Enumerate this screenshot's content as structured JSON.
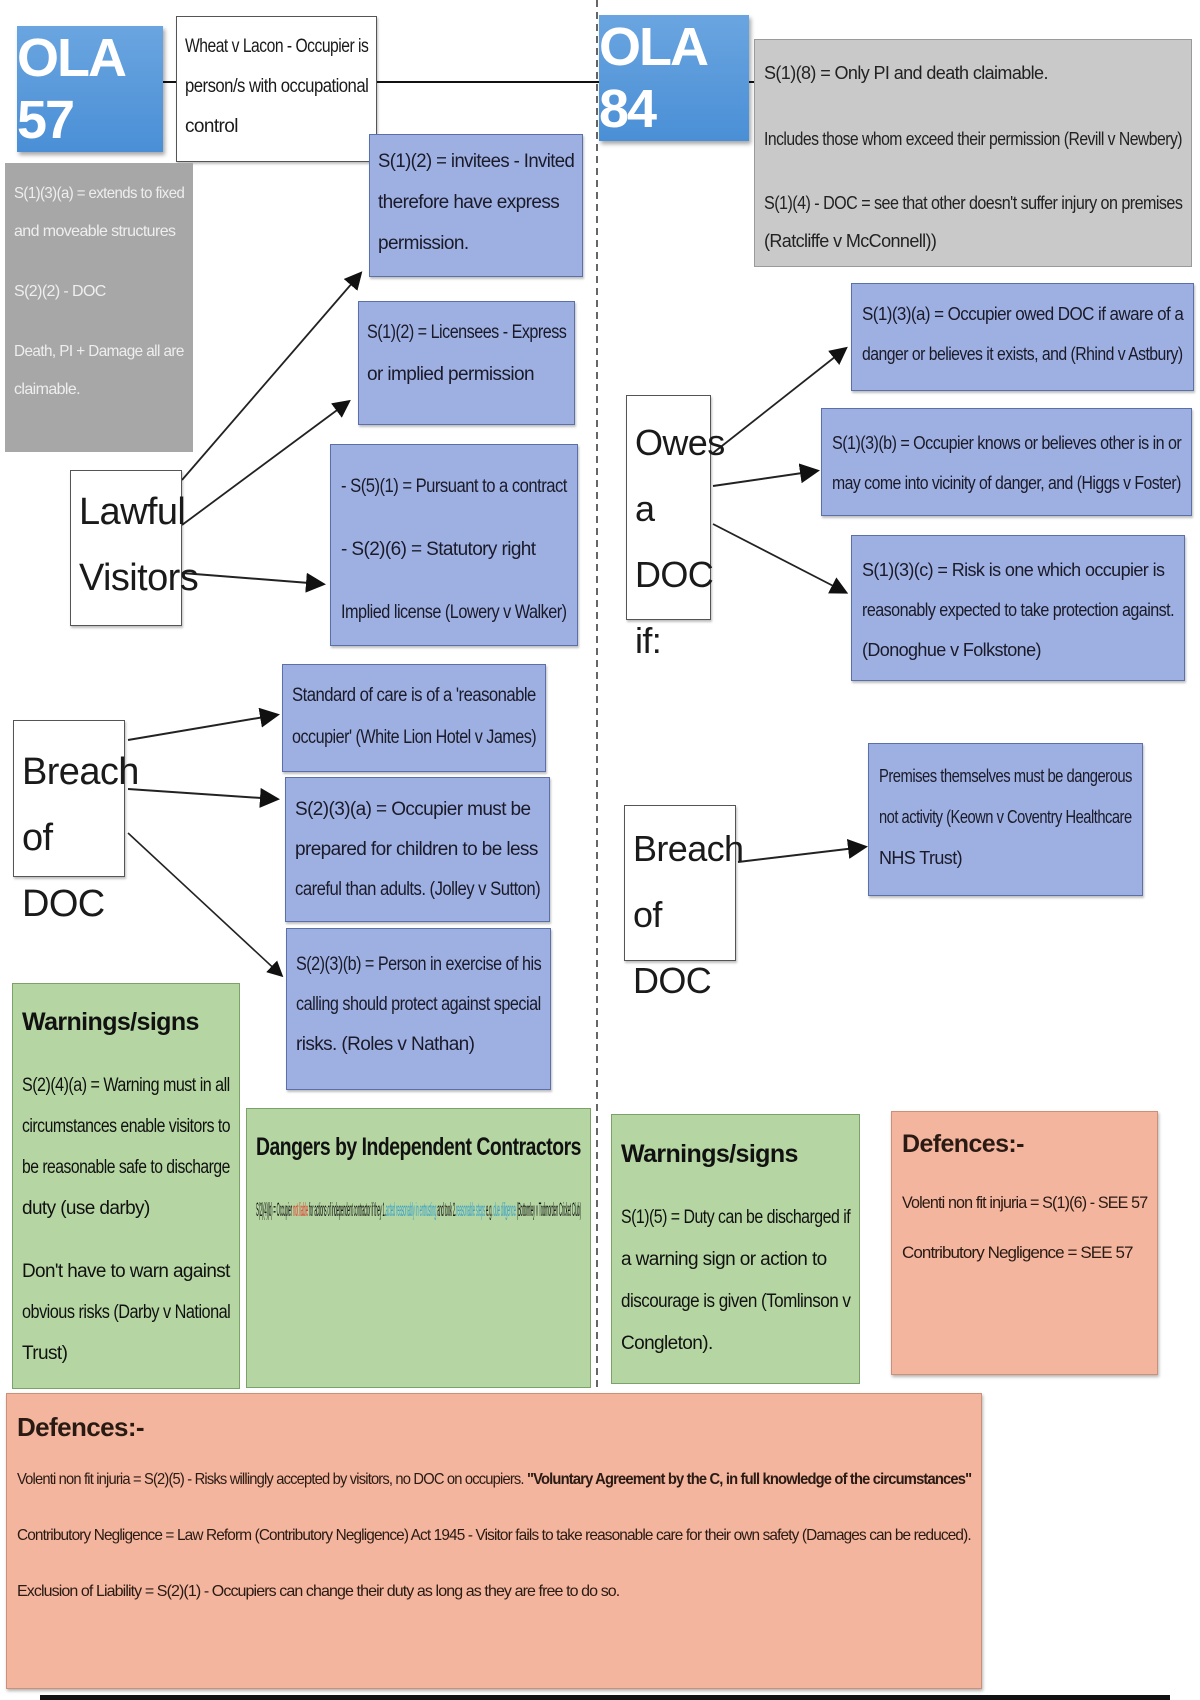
{
  "ola57": {
    "title": "OLA 57",
    "occupier_definition": [
      "Wheat v Lacon - Occupier is",
      "person/s with occupational",
      "control"
    ],
    "scope_notes": [
      "S(1)(3)(a) = extends to fixed",
      "and moveable structures",
      "S(2)(2) - DOC",
      "Death, PI + Damage all are",
      "claimable."
    ],
    "lawful_visitors": {
      "label_line1": "Lawful",
      "label_line2": "Visitors",
      "invitees": [
        "S(1)(2) = invitees - Invited",
        "therefore have express",
        "permission."
      ],
      "licensees": [
        "S(1)(2) = Licensees - Express",
        "or implied permission"
      ],
      "others": [
        "- S(5)(1) = Pursuant to a contract",
        "- S(2)(6) = Statutory right",
        "Implied license (Lowery v Walker)"
      ]
    },
    "breach": {
      "label_line1": "Breach",
      "label_line2": "of DOC",
      "standard": [
        "Standard of care is of a 'reasonable",
        "occupier' (White Lion Hotel v James)"
      ],
      "children": [
        "S(2)(3)(a) = Occupier must be",
        "prepared for children to be less",
        "careful than adults. (Jolley v Sutton)"
      ],
      "calling": [
        "S(2)(3)(b) = Person in exercise of his",
        "calling should protect against special",
        "risks. (Roles v Nathan)"
      ]
    },
    "warnings": {
      "heading": "Warnings/signs",
      "para1": [
        "S(2)(4)(a) = Warning must in all",
        "circumstances enable visitors to",
        "be reasonable safe to discharge",
        "duty (use darby)"
      ],
      "para2": [
        "Don't have to warn against",
        "obvious risks (Darby v National",
        "Trust)"
      ]
    },
    "contractors": {
      "heading": "Dangers by Independent Contractors",
      "t1": "S(2)(4)(b) = Occupier ",
      "t2_red": "not liable",
      "t3": " for actions of independent contractor if they 1.",
      "t4_teal": "acted reasonably in entrusting",
      "t5": " and took 2.",
      "t6_teal": "reasonable steps",
      "t7": " e.g. ",
      "t8_teal": "due diligence",
      "t9": " (Bottomley v Todmorden Cricket Club)"
    },
    "defences": {
      "heading": "Defences:-",
      "volenti_plain": "Volenti non fit injuria = S(2)(5) - Risks willingly accepted by visitors, no DOC on occupiers. ",
      "volenti_bold": "\"Voluntary Agreement by the C, in full knowledge of the circumstances\"",
      "contributory": "Contributory Negligence = Law Reform (Contributory Negligence) Act 1945 - Visitor fails to take reasonable care for their own safety (Damages can be reduced).",
      "exclusion": "Exclusion of Liability = S(2)(1) - Occupiers can change their duty as long as they are free to do so."
    }
  },
  "ola84": {
    "title": "OLA 84",
    "notes": [
      "S(1)(8) = Only PI and death claimable.",
      "Includes those whom exceed their permission (Revill v Newbery)",
      "S(1)(4) - DOC = see that other doesn't suffer injury on premises",
      "(Ratcliffe v McConnell))"
    ],
    "owes": {
      "label_line1": "Owes",
      "label_line2": "a DOC",
      "label_line3": "if:",
      "a": [
        "S(1)(3)(a) = Occupier owed DOC if aware of a",
        "danger or believes it exists, and (Rhind v Astbury)"
      ],
      "b": [
        "S(1)(3)(b) = Occupier knows or believes other is in or",
        "may come into vicinity of danger, and (Higgs v Foster)"
      ],
      "c": [
        "S(1)(3)(c) = Risk is one which occupier is",
        "reasonably expected to take protection against.",
        "(Donoghue v Folkstone)"
      ]
    },
    "breach": {
      "label_line1": "Breach",
      "label_line2": "of DOC",
      "premises": [
        "Premises themselves must be dangerous",
        "not activity (Keown v Coventry Healthcare",
        "NHS Trust)"
      ]
    },
    "warnings": {
      "heading": "Warnings/signs",
      "text": [
        "S(1)(5) = Duty can be discharged if",
        "a warning sign or action to",
        "discourage is given (Tomlinson v",
        "Congleton)."
      ]
    },
    "defences": {
      "heading": "Defences:-",
      "volenti": "Volenti non fit injuria = S(1)(6) - SEE 57",
      "contributory": "Contributory Negligence = SEE 57"
    }
  },
  "colors": {
    "title_blue": "#4a8fd6",
    "box_blue": "#9eb0e1",
    "box_green": "#b5d6a2",
    "box_red": "#f3b59d",
    "box_grey": "#a7a7a7",
    "highlight_red": "#e0392c",
    "highlight_teal": "#3aa0c8"
  }
}
